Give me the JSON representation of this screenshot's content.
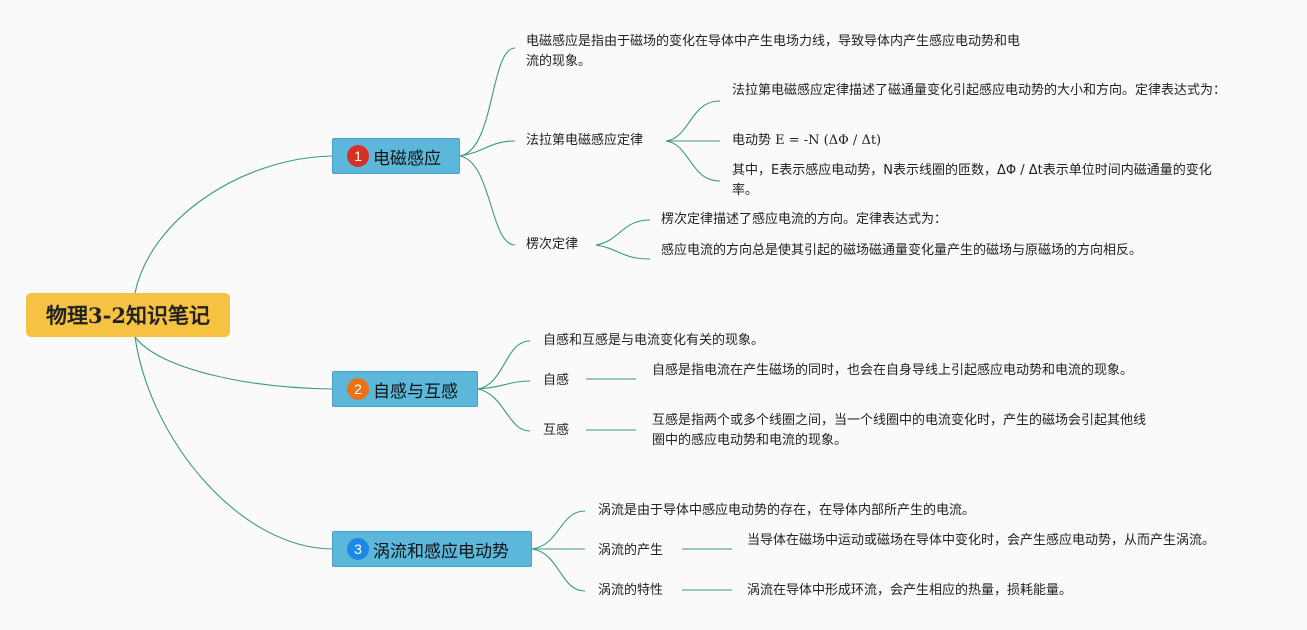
{
  "root": {
    "label": "物理3-2知识笔记"
  },
  "branches": [
    {
      "num": "1",
      "num_color": "#d93025",
      "label": "电磁感应",
      "def": "电磁感应是指由于磁场的变化在导体中产生电场力线，导致导体内产生感应电动势和电流的现象。",
      "faraday": {
        "label": "法拉第电磁感应定律",
        "desc": "法拉第电磁感应定律描述了磁通量变化引起感应电动势的大小和方向。定律表达式为：",
        "formula": "电动势 E = -N (ΔΦ / Δt)",
        "explain": "其中，E表示感应电动势，N表示线圈的匝数，ΔΦ / Δt表示单位时间内磁通量的变化率。"
      },
      "lenz": {
        "label": "楞次定律",
        "desc": "楞次定律描述了感应电流的方向。定律表达式为：",
        "content": "感应电流的方向总是使其引起的磁场磁通量变化量产生的磁场与原磁场的方向相反。"
      }
    },
    {
      "num": "2",
      "num_color": "#e8731a",
      "label": "自感与互感",
      "def": "自感和互感是与电流变化有关的现象。",
      "self": {
        "label": "自感",
        "desc": "自感是指电流在产生磁场的同时，也会在自身导线上引起感应电动势和电流的现象。"
      },
      "mutual": {
        "label": "互感",
        "desc": "互感是指两个或多个线圈之间，当一个线圈中的电流变化时，产生的磁场会引起其他线圈中的感应电动势和电流的现象。"
      }
    },
    {
      "num": "3",
      "num_color": "#1e88e5",
      "label": "涡流和感应电动势",
      "def": "涡流是由于导体中感应电动势的存在，在导体内部所产生的电流。",
      "generation": {
        "label": "涡流的产生",
        "desc": "当导体在磁场中运动或磁场在导体中变化时，会产生感应电动势，从而产生涡流。"
      },
      "property": {
        "label": "涡流的特性",
        "desc": "涡流在导体中形成环流，会产生相应的热量，损耗能量。"
      }
    }
  ]
}
